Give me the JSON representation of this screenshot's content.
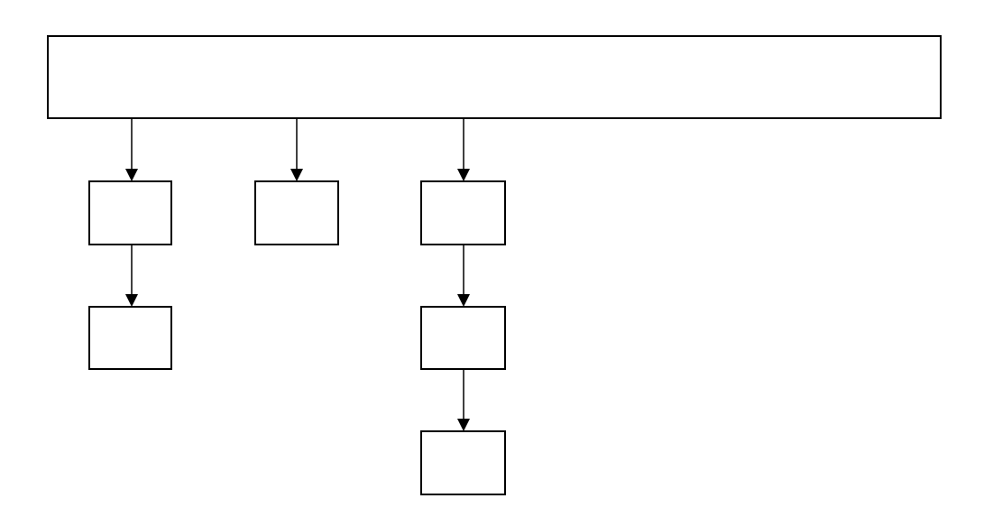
{
  "diagram": {
    "nodes": [
      {
        "id": "root",
        "label": ""
      },
      {
        "id": "col1-level1",
        "label": ""
      },
      {
        "id": "col1-level2",
        "label": ""
      },
      {
        "id": "col2-level1",
        "label": ""
      },
      {
        "id": "col3-level1",
        "label": ""
      },
      {
        "id": "col3-level2",
        "label": ""
      },
      {
        "id": "col3-level3",
        "label": ""
      }
    ],
    "edges": [
      {
        "from": "root",
        "to": "col1-level1"
      },
      {
        "from": "root",
        "to": "col2-level1"
      },
      {
        "from": "root",
        "to": "col3-level1"
      },
      {
        "from": "col1-level1",
        "to": "col1-level2"
      },
      {
        "from": "col3-level1",
        "to": "col3-level2"
      },
      {
        "from": "col3-level2",
        "to": "col3-level3"
      }
    ],
    "colors": {
      "stroke": "#000000",
      "fill": "#ffffff"
    }
  }
}
